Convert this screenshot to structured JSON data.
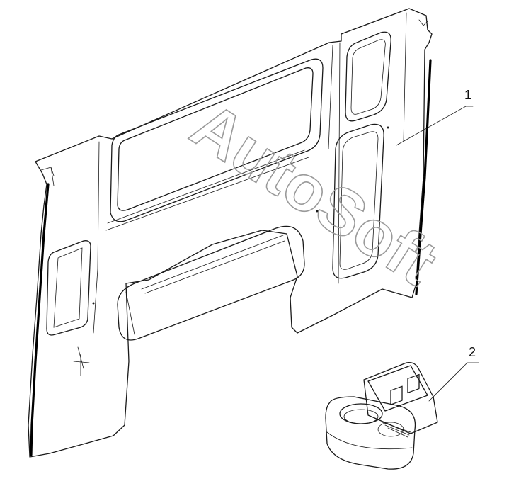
{
  "callouts": [
    {
      "id": "1",
      "label": "1"
    },
    {
      "id": "2",
      "label": "2"
    }
  ],
  "watermark": {
    "text": "AutoSoft"
  },
  "colors": {
    "line": "#1a1a1a",
    "watermark": "#9a9a9a",
    "background": "#ffffff"
  }
}
